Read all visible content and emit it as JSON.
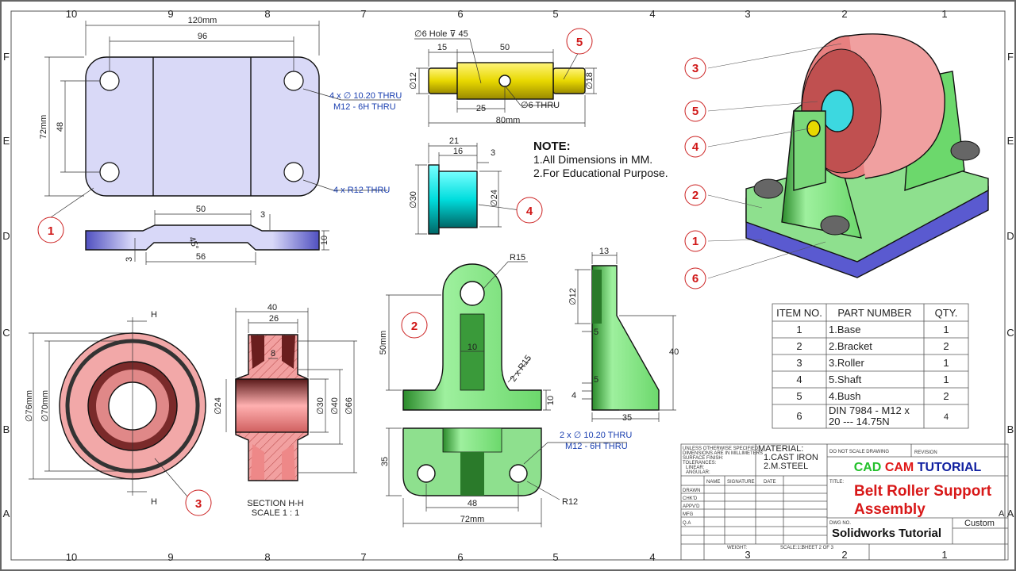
{
  "zones": {
    "cols": [
      "10",
      "9",
      "8",
      "7",
      "6",
      "5",
      "4",
      "3",
      "2",
      "1"
    ],
    "rows": [
      "F",
      "E",
      "D",
      "C",
      "B",
      "A"
    ]
  },
  "balloons": {
    "base": "1",
    "bracket": "2",
    "roller": "3",
    "bush": "4",
    "shaft": "5",
    "bolt": "6"
  },
  "note": {
    "title": "NOTE:",
    "lines": [
      "1.All Dimensions in MM.",
      "2.For Educational Purpose."
    ]
  },
  "base": {
    "overall_width": "120mm",
    "hole_spacing_x": "96",
    "overall_depth": "72mm",
    "hole_spacing_y": "48",
    "hole_note_1": "4 x ∅ 10.20 THRU",
    "hole_note_2": "M12 - 6H THRU",
    "radius_note": "4 x R12 THRU",
    "front_top": "50",
    "front_step": "3",
    "front_height": "10",
    "front_angle": "45°",
    "front_step2": "3",
    "front_bottom": "56"
  },
  "shaft": {
    "hole_note": "∅6 Hole ⊽ 45",
    "left_len": "15",
    "mid_len": "50",
    "dia_small": "∅12",
    "dia_large": "∅18",
    "hole_pos": "25",
    "thru_note": "∅6 THRU",
    "overall": "80mm"
  },
  "bush": {
    "length": "21",
    "body": "16",
    "flange": "3",
    "dia_flange": "∅30",
    "dia_body": "∅24"
  },
  "roller": {
    "cut_top": "H",
    "cut_bottom": "H",
    "dia_outer": "∅76mm",
    "dia_inner": "∅70mm"
  },
  "section": {
    "width": "40",
    "rim": "26",
    "web": "8",
    "bore": "∅24",
    "d30": "∅30",
    "d40": "∅40",
    "d66": "∅66",
    "title": "SECTION H-H",
    "scale": "SCALE 1 : 1"
  },
  "bracket": {
    "top_radius": "R15",
    "height": "50mm",
    "web": "10",
    "fillet": "2 x R15",
    "base_h": "10",
    "side_top": "13",
    "side_hole": "∅12",
    "side_web": "5",
    "side_height": "40",
    "side_web2": "5",
    "side_base": "4",
    "side_width": "35",
    "hole_note_1": "2 x ∅ 10.20 THRU",
    "hole_note_2": "M12 - 6H THRU",
    "top_depth": "35",
    "top_spacing": "48",
    "top_width": "72mm",
    "top_radius2": "R12"
  },
  "bom": {
    "headers": [
      "ITEM NO.",
      "PART NUMBER",
      "QTY."
    ],
    "rows": [
      [
        "1",
        "1.Base",
        "1"
      ],
      [
        "2",
        "2.Bracket",
        "2"
      ],
      [
        "3",
        "3.Roller",
        "1"
      ],
      [
        "4",
        "5.Shaft",
        "1"
      ],
      [
        "5",
        "4.Bush",
        "2"
      ],
      [
        "6",
        "DIN 7984 - M12 x",
        "4"
      ]
    ],
    "row6_line2": "20 --- 14.75N"
  },
  "title_block": {
    "general": [
      "UNLESS OTHERWISE SPECIFIED:",
      "DIMENSIONS ARE IN MILLIMETERS",
      "SURFACE FINISH:",
      "TOLERANCES:",
      "LINEAR:",
      "ANGULAR:"
    ],
    "material_label": "MATERIAL:",
    "materials": [
      "1.CAST IRON",
      "2.M.STEEL"
    ],
    "no_scale": "DO NOT SCALE DRAWING",
    "revision": "REVISION",
    "brand": {
      "cad": "CAD",
      "cam": "CAM",
      "tutorial": "TUTORIAL"
    },
    "brand_colors": {
      "cad": "#22c02a",
      "cam": "#e01818",
      "tutorial": "#1020a0"
    },
    "title_label": "TITLE:",
    "title_1": "Belt Roller Support",
    "title_2": "Assembly",
    "size": "A",
    "dwg_label": "DWG NO.",
    "dwg_no": "Solidworks Tutorial",
    "custom": "Custom",
    "cols": [
      "NAME",
      "SIGNATURE",
      "DATE"
    ],
    "roles": [
      "DRAWN",
      "CHK'D",
      "APPV'D",
      "MFG",
      "Q.A"
    ],
    "weight": "WEIGHT:",
    "scale": "SCALE:1:2",
    "sheet": "SHEET 2 OF 3"
  }
}
